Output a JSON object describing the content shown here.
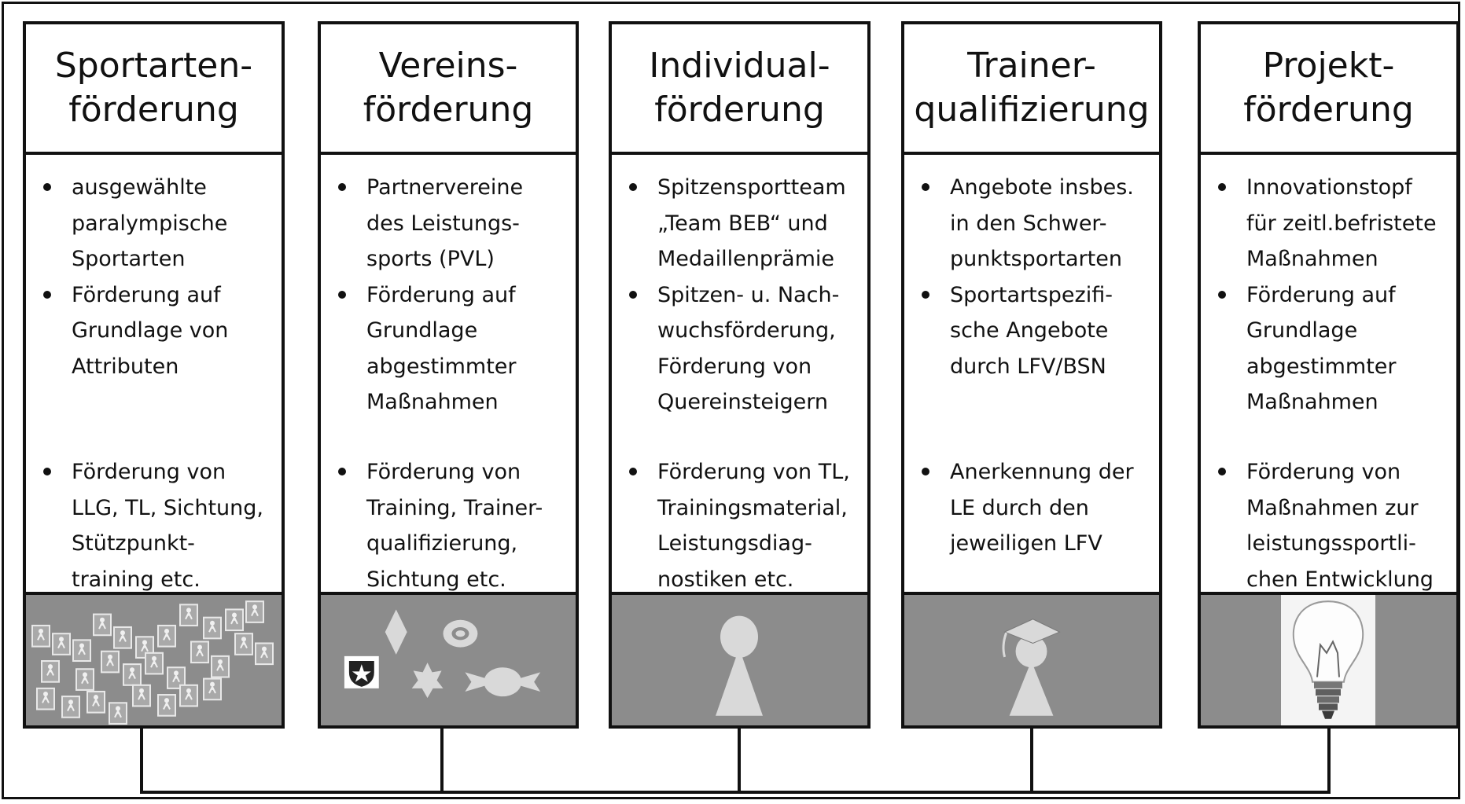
{
  "columns": [
    {
      "title_lines": [
        "Sportarten-",
        "förderung"
      ],
      "top_items": [
        [
          "ausgewählte",
          "paralympische",
          "Sportarten"
        ],
        [
          "Förderung auf",
          "Grundlage von",
          "Attributen"
        ]
      ],
      "bottom_items": [
        [
          "Förderung von",
          "LLG, TL, Sichtung,",
          "Stützpunkt-",
          "training etc."
        ]
      ],
      "image": "sport-pictograms-collage"
    },
    {
      "title_lines": [
        "Vereins-",
        "förderung"
      ],
      "top_items": [
        [
          "Partnervereine",
          "des Leistungs-",
          "sports (PVL)"
        ],
        [
          "Förderung auf",
          "Grundlage",
          "abgestimmter",
          "Maßnahmen"
        ]
      ],
      "bottom_items": [
        [
          "Förderung von",
          "Training, Trainer-",
          "qualifizierung,",
          "Sichtung etc."
        ]
      ],
      "image": "badges-and-emblems"
    },
    {
      "title_lines": [
        "Individual-",
        "förderung"
      ],
      "top_items": [
        [
          "Spitzensportteam",
          "„Team BEB“ und",
          "Medaillenprämie"
        ],
        [
          "Spitzen- u. Nach-",
          "wuchsförderung,",
          "Förderung von",
          "Quereinsteigern"
        ]
      ],
      "bottom_items": [
        [
          "Förderung von TL,",
          "Trainingsmaterial,",
          "Leistungsdiag-",
          "nostiken etc."
        ]
      ],
      "image": "game-piece-figure"
    },
    {
      "title_lines": [
        "Trainer-",
        "qualifizierung"
      ],
      "top_items": [
        [
          "Angebote insbes.",
          "in den Schwer-",
          "punktsportarten"
        ],
        [
          "Sportartspezifi-",
          "sche Angebote",
          "durch LFV/BSN"
        ]
      ],
      "bottom_items": [
        [
          "Anerkennung der",
          "LE durch den",
          "jeweiligen LFV"
        ]
      ],
      "image": "graduate-figure"
    },
    {
      "title_lines": [
        "Projekt-",
        "förderung"
      ],
      "top_items": [
        [
          "Innovationstopf",
          "für zeitl.befristete",
          "Maßnahmen"
        ],
        [
          "Förderung auf",
          "Grundlage",
          "abgestimmter",
          "Maßnahmen"
        ]
      ],
      "bottom_items": [
        [
          "Förderung von",
          "Maßnahmen zur",
          "leistungssportli-",
          "chen Entwicklung"
        ]
      ],
      "image": "light-bulb"
    }
  ],
  "colors": {
    "border": "#111111",
    "image_background": "#8c8c8c",
    "icon_fill": "#d9d9d9"
  }
}
